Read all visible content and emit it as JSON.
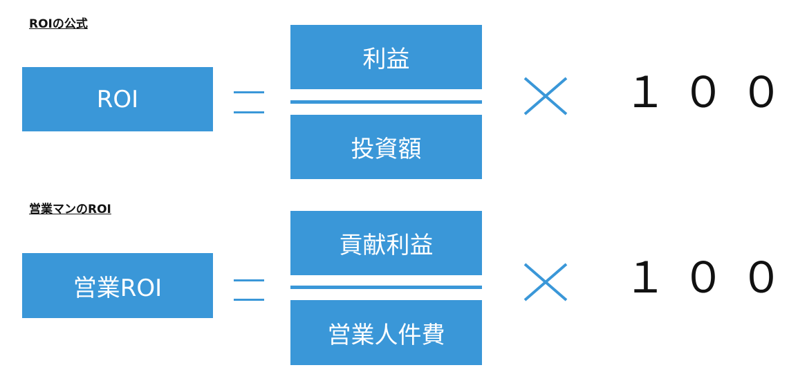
{
  "colors": {
    "accent": "#3a97d8",
    "text": "#111111",
    "box_text": "#ffffff"
  },
  "formulas": [
    {
      "title": "ROIの公式",
      "lhs": "ROI",
      "numerator": "利益",
      "denominator": "投資額",
      "multiplier": "１００"
    },
    {
      "title": "営業マンのROI",
      "lhs": "営業ROI",
      "numerator": "貢献利益",
      "denominator": "営業人件費",
      "multiplier": "１００"
    }
  ]
}
